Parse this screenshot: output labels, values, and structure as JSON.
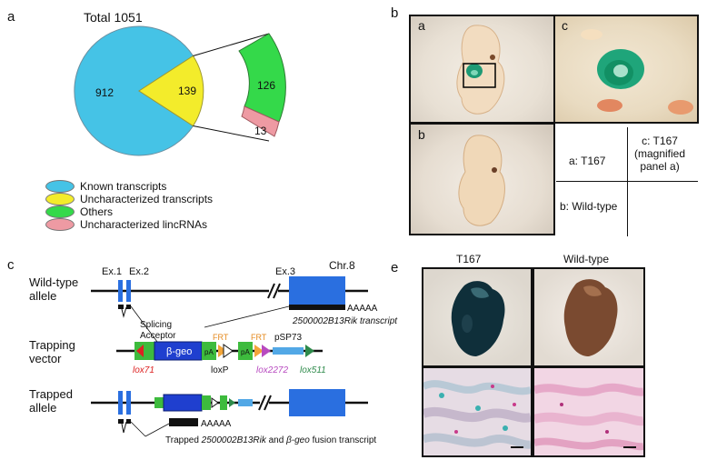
{
  "panel_a": {
    "letter": "a",
    "total_label": "Total 1051",
    "chart_data": {
      "type": "pie",
      "title": "Total 1051",
      "slices": [
        {
          "label": "Known transcripts",
          "value": 912,
          "color": "#45c3e6"
        },
        {
          "label": "Uncharacterized transcripts",
          "value": 139,
          "color": "#f3ec2b"
        }
      ],
      "breakdown": [
        {
          "label": "Others",
          "value": 126,
          "color": "#34d94a"
        },
        {
          "label": "Uncharacterized lincRNAs",
          "value": 13,
          "color": "#ee9aa3"
        }
      ]
    },
    "slice_values": {
      "known": "912",
      "uncharacterized": "139",
      "others": "126",
      "lincrna": "13"
    },
    "legend": [
      {
        "label": "Known transcripts",
        "color": "#45c3e6"
      },
      {
        "label": "Uncharacterized transcripts",
        "color": "#f3ec2b"
      },
      {
        "label": "Others",
        "color": "#34d94a"
      },
      {
        "label": "Uncharacterized lincRNAs",
        "color": "#ee9aa3"
      }
    ]
  },
  "panel_b": {
    "letter": "b",
    "sub_a": "a",
    "sub_b": "b",
    "sub_c": "c",
    "key_a": "a: T167",
    "key_b": "b: Wild-type",
    "key_c": "c: T167\n(magnified\npanel a)"
  },
  "panel_c": {
    "letter": "c",
    "wt_label": "Wild-type\nallele",
    "trap_vector_label": "Trapping\nvector",
    "trapped_label": "Trapped\nallele",
    "ex1": "Ex.1",
    "ex2": "Ex.2",
    "ex3": "Ex.3",
    "chr": "Chr.8",
    "poly_a": "AAAAA",
    "transcript": "2500002B13Rik transcript",
    "splicing": "Splicing\nAcceptor",
    "bgeo": "β-geo",
    "pa": "pA",
    "frt": "FRT",
    "psp73": "pSP73",
    "lox71": "lox71",
    "loxp": "loxP",
    "lox2272": "lox2272",
    "lox511": "lox511",
    "fusion_prefix": "Trapped ",
    "fusion_gene": "2500002B13Rik",
    "fusion_and": " and ",
    "fusion_bgeo": "β-geo",
    "fusion_suffix": " fusion transcript"
  },
  "panel_e": {
    "letter": "e",
    "t167": "T167",
    "wild_type": "Wild-type"
  }
}
